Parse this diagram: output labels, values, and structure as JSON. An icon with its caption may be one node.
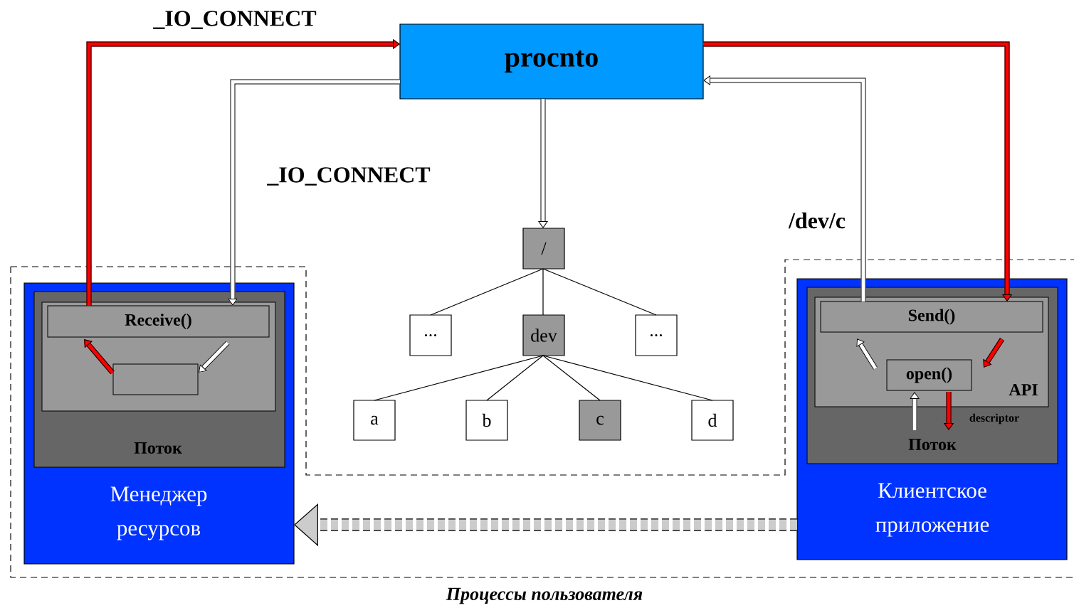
{
  "diagram": {
    "nodes": [
      {
        "text": [
          "procnto"
        ]
      },
      {
        "text": [
          "Менеджер ресурсов"
        ]
      },
      {
        "text": [
          "Поток"
        ],
        "in": 1
      },
      {
        "text": [],
        "shape": "box",
        "in": 2
      },
      {
        "text": [
          "Receive()"
        ],
        "in": 3
      },
      {
        "text": [],
        "shape": "box",
        "in": 3
      },
      {
        "text": [
          "Клиентское приложение"
        ]
      },
      {
        "text": [
          "Поток"
        ],
        "in": 6
      },
      {
        "text": [
          "API"
        ],
        "in": 7
      },
      {
        "text": [
          "Send()"
        ],
        "in": 8
      },
      {
        "text": [
          "open()"
        ],
        "in": 8
      },
      {
        "text": [
          "/"
        ]
      },
      {
        "text": [
          "..."
        ]
      },
      {
        "text": [
          "dev"
        ]
      },
      {
        "text": [
          "..."
        ]
      },
      {
        "text": [
          "a"
        ]
      },
      {
        "text": [
          "b"
        ]
      },
      {
        "text": [
          "c"
        ]
      },
      {
        "text": [
          "d"
        ]
      }
    ],
    "edges": [
      {
        "from": 4,
        "to": 0,
        "arrow": "to",
        "label": "_IO_CONNECT",
        "color": "#ff0000"
      },
      {
        "from": 0,
        "to": 4,
        "arrow": "to",
        "label": "_IO_CONNECT",
        "color": "#ffffff"
      },
      {
        "from": 0,
        "to": 9,
        "arrow": "to",
        "color": "#ff0000"
      },
      {
        "from": 9,
        "to": 0,
        "arrow": "to",
        "label": "/dev/c",
        "color": "#ffffff"
      },
      {
        "from": 0,
        "to": 11,
        "arrow": "to",
        "color": "#ffffff"
      },
      {
        "from": 11,
        "to": 12,
        "arrow": "none"
      },
      {
        "from": 11,
        "to": 13,
        "arrow": "none"
      },
      {
        "from": 11,
        "to": 14,
        "arrow": "none"
      },
      {
        "from": 13,
        "to": 15,
        "arrow": "none"
      },
      {
        "from": 13,
        "to": 16,
        "arrow": "none"
      },
      {
        "from": 13,
        "to": 17,
        "arrow": "none"
      },
      {
        "from": 13,
        "to": 18,
        "arrow": "none"
      },
      {
        "from": 5,
        "to": 4,
        "arrow": "to",
        "color": "#ff0000"
      },
      {
        "from": 4,
        "to": 5,
        "arrow": "to",
        "color": "#ffffff"
      },
      {
        "from": 10,
        "to": 9,
        "arrow": "to",
        "color": "#ffffff"
      },
      {
        "from": 9,
        "to": 10,
        "arrow": "to",
        "color": "#ff0000"
      },
      {
        "from": null,
        "to": 10,
        "arrow": "to",
        "color": "#ffffff"
      },
      {
        "from": 10,
        "to": null,
        "arrow": "to",
        "label": "descriptor",
        "color": "#ff0000"
      },
      {
        "from": 6,
        "to": 1,
        "arrow": "to",
        "style": "dashed",
        "color": "#cccccc"
      }
    ],
    "labels": [
      "Процессы пользователя"
    ]
  }
}
